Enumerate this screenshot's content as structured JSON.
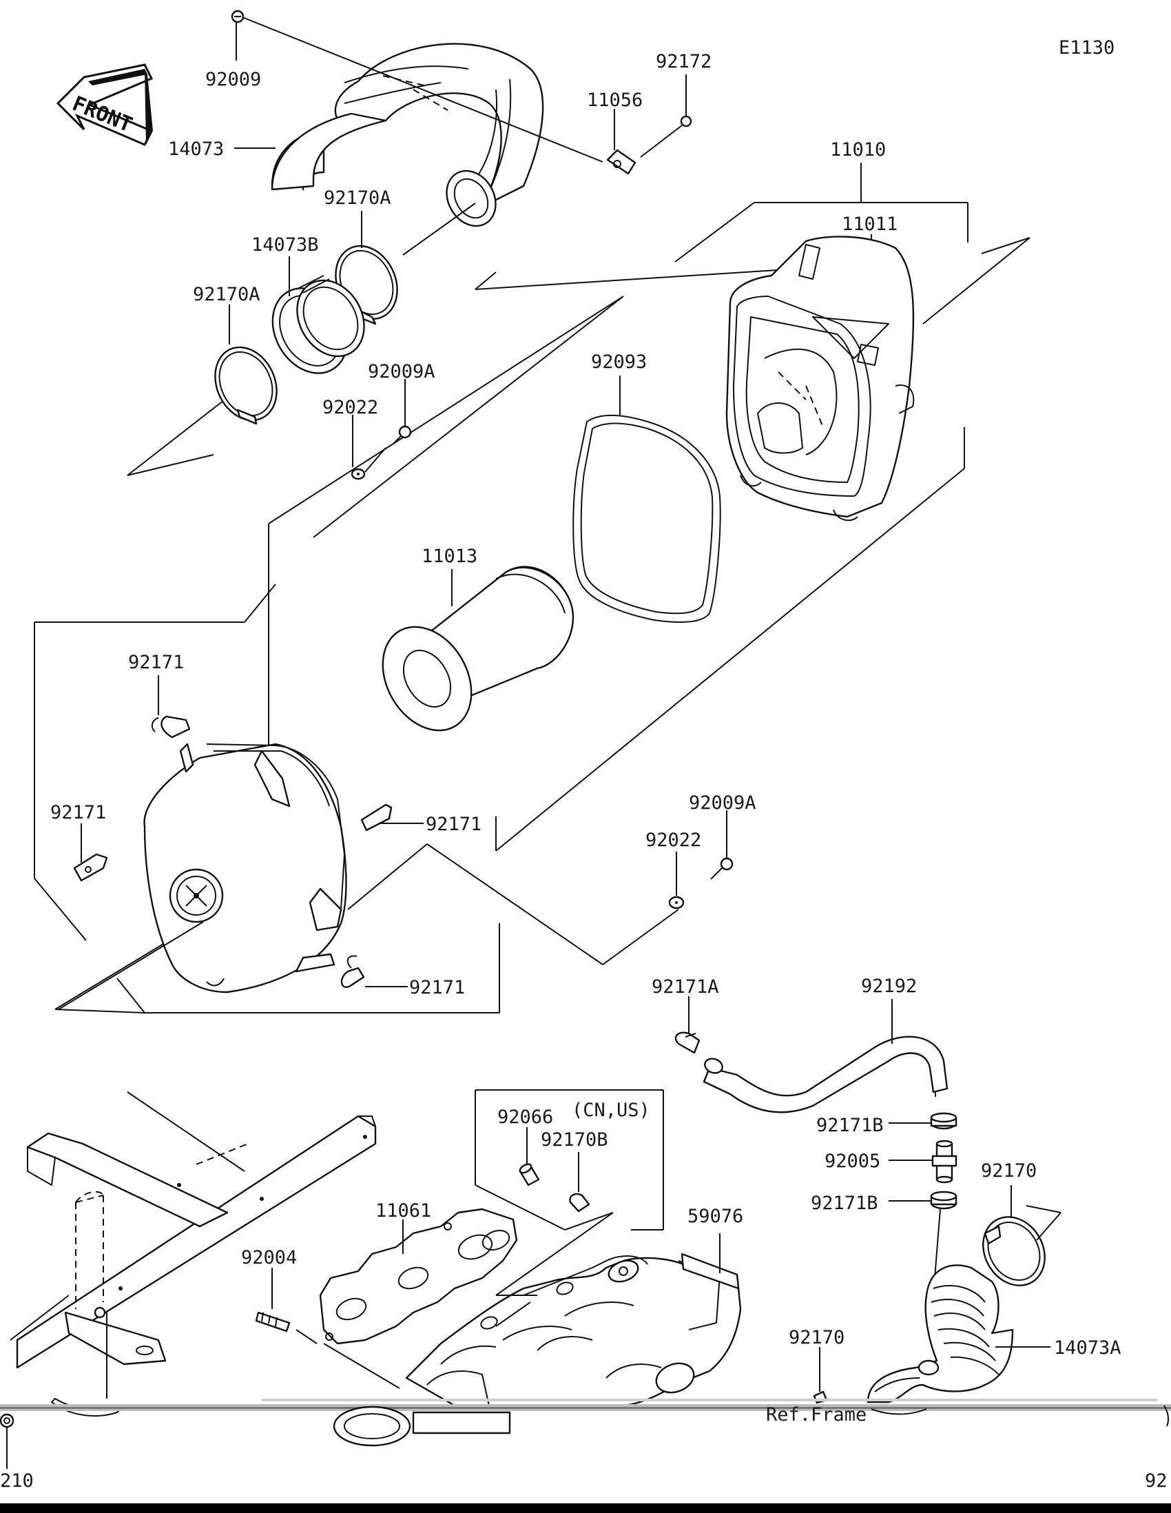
{
  "diagram": {
    "code": "E1130",
    "front_label": "FRONT",
    "region_note": "(CN,US)",
    "ref_text": "Ref.Frame",
    "edge_left": "210",
    "edge_right": "92",
    "parts": {
      "p92009": "92009",
      "p14073": "14073",
      "p92172": "92172",
      "p11056": "11056",
      "p11010": "11010",
      "p11011": "11011",
      "p92170A_top": "92170A",
      "p14073B": "14073B",
      "p92170A_left": "92170A",
      "p92009A_top": "92009A",
      "p92022_top": "92022",
      "p92093": "92093",
      "p11013": "11013",
      "p92171_top": "92171",
      "p92171_left": "92171",
      "p92171_mid": "92171",
      "p92171_low": "92171",
      "p92009A_right": "92009A",
      "p92022_right": "92022",
      "p92171A": "92171A",
      "p92192": "92192",
      "p92066": "92066",
      "p92170B": "92170B",
      "p92171B_top": "92171B",
      "p92005": "92005",
      "p92171B_low": "92171B",
      "p92170_right": "92170",
      "p11061": "11061",
      "p59076": "59076",
      "p92004": "92004",
      "p14073A": "14073A",
      "p92170_low": "92170"
    }
  }
}
